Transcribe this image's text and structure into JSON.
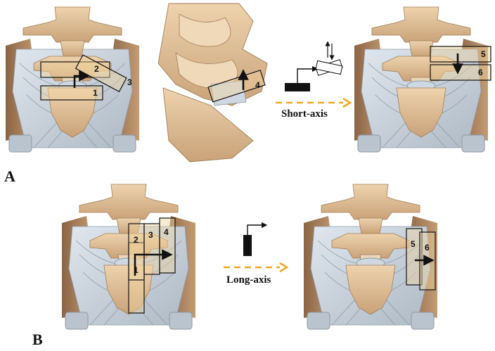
{
  "figure": {
    "panel_a_letter": "A",
    "panel_b_letter": "B",
    "short_axis_label": "Short-axis",
    "long_axis_label": "Long-axis",
    "panel_a_left_labels": [
      "1",
      "2",
      "3"
    ],
    "panel_a_lateral_labels": [
      "4"
    ],
    "panel_a_right_labels": [
      "5",
      "6"
    ],
    "panel_b_left_labels": [
      "1",
      "2",
      "3",
      "4"
    ],
    "panel_b_right_labels": [
      "5",
      "6"
    ]
  },
  "colors": {
    "bone": "#e2c29a",
    "bone_dark": "#b08e66",
    "ligament": "#c8d1da",
    "ligament_line": "#9aa6b2",
    "pelvis": "#a47a54",
    "orange_arrow": "#f5a623",
    "probe_fill": "rgba(240,210,160,0.45)"
  }
}
